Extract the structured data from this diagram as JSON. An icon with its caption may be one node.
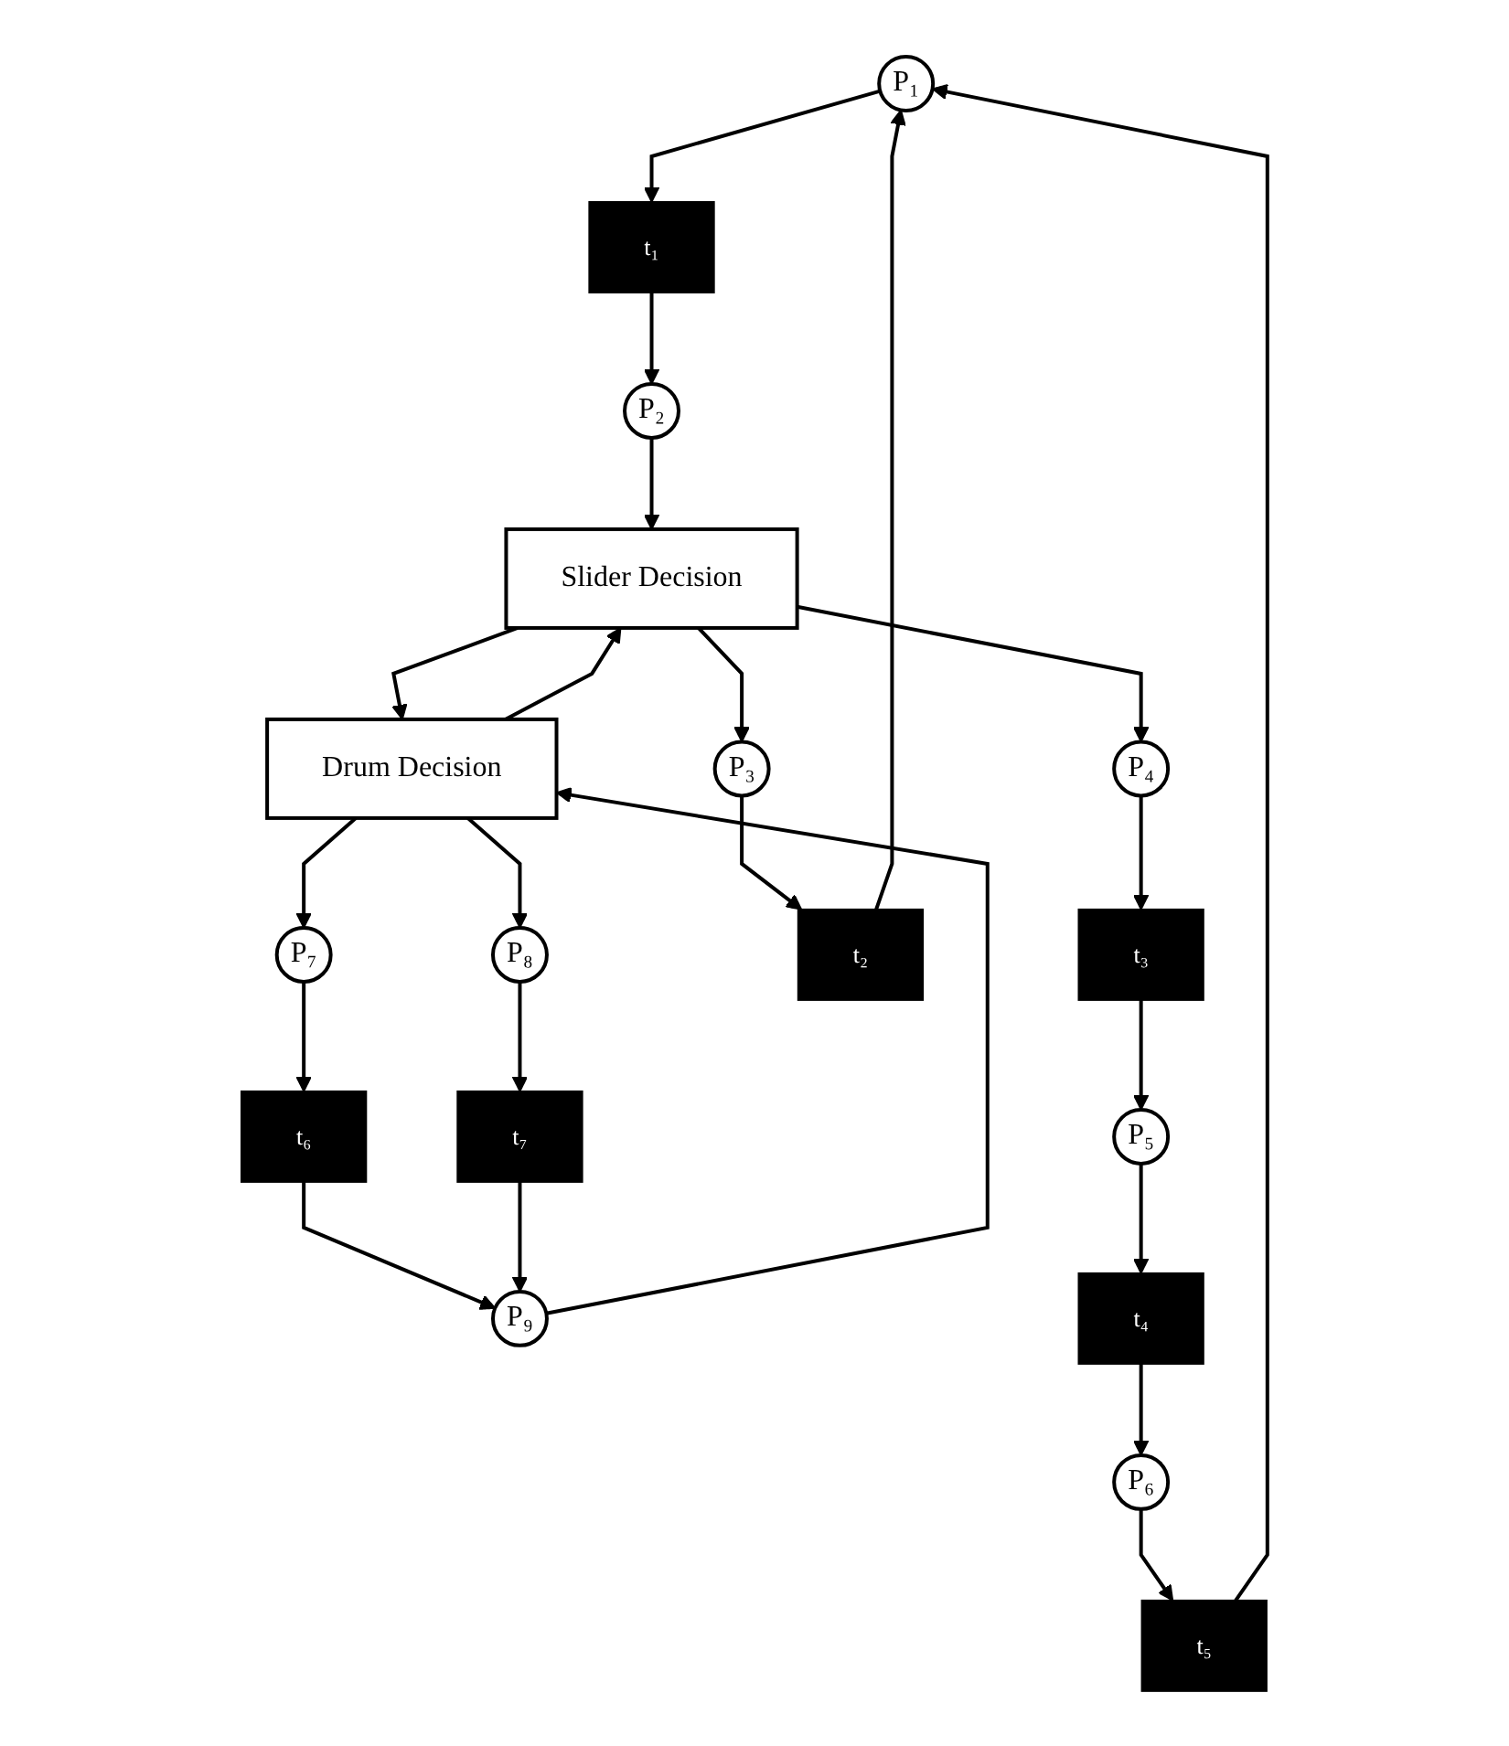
{
  "diagram": {
    "nodes": [
      {
        "text": [
          "P₁"
        ]
      },
      {
        "text": [
          "t₁"
        ]
      },
      {
        "text": [
          "P₉"
        ]
      },
      {
        "text": [
          "P₂"
        ]
      },
      {
        "text": [
          "Slider Decision"
        ]
      },
      {
        "text": [
          "Drum Decision"
        ]
      },
      {
        "text": [
          "P₃"
        ]
      },
      {
        "text": [
          "P₄"
        ]
      },
      {
        "text": [
          "P₇"
        ]
      },
      {
        "text": [
          "P₈"
        ]
      },
      {
        "text": [
          "t₂"
        ]
      },
      {
        "text": [
          "t₃"
        ]
      },
      {
        "text": [
          "t₆"
        ]
      },
      {
        "text": [
          "t₇"
        ]
      },
      {
        "text": [
          "P₅"
        ]
      },
      {
        "text": [
          "t₄"
        ]
      },
      {
        "text": [
          "P₆"
        ]
      },
      {
        "text": [
          "t₅"
        ]
      }
    ],
    "edges": [
      {
        "from": 0,
        "to": 1,
        "arrow": "to"
      },
      {
        "from": 1,
        "to": 3,
        "arrow": "to"
      },
      {
        "from": 3,
        "to": 4,
        "arrow": "to"
      },
      {
        "from": 2,
        "to": 5,
        "arrow": "to"
      },
      {
        "from": 4,
        "to": 5,
        "arrow": "to"
      },
      {
        "from": 5,
        "to": 4,
        "arrow": "to"
      },
      {
        "from": 4,
        "to": 6,
        "arrow": "to"
      },
      {
        "from": 4,
        "to": 7,
        "arrow": "to"
      },
      {
        "from": 5,
        "to": 8,
        "arrow": "to"
      },
      {
        "from": 5,
        "to": 9,
        "arrow": "to"
      },
      {
        "from": 6,
        "to": 10,
        "arrow": "to"
      },
      {
        "from": 7,
        "to": 11,
        "arrow": "to"
      },
      {
        "from": 8,
        "to": 12,
        "arrow": "to"
      },
      {
        "from": 9,
        "to": 13,
        "arrow": "to"
      },
      {
        "from": 10,
        "to": 0,
        "arrow": "to"
      },
      {
        "from": 11,
        "to": 14,
        "arrow": "to"
      },
      {
        "from": 12,
        "to": 2,
        "arrow": "to"
      },
      {
        "from": 13,
        "to": 2,
        "arrow": "to"
      },
      {
        "from": 14,
        "to": 15,
        "arrow": "to"
      },
      {
        "from": 15,
        "to": 16,
        "arrow": "to"
      },
      {
        "from": 16,
        "to": 17,
        "arrow": "to"
      },
      {
        "from": 17,
        "to": 0,
        "arrow": "to"
      }
    ]
  }
}
